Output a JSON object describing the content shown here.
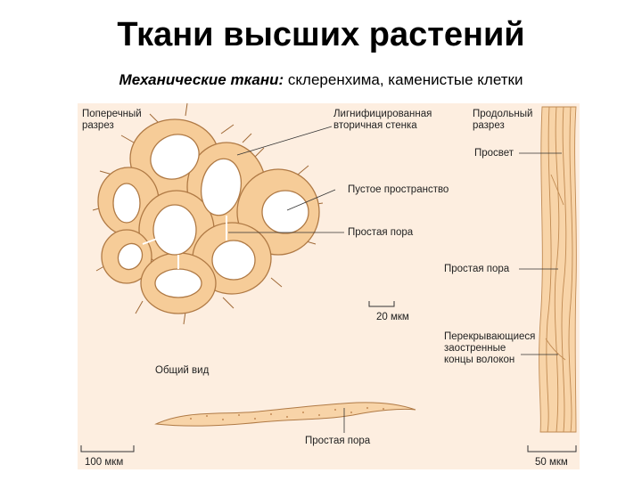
{
  "title": "Ткани высших растений",
  "subtitle": {
    "emphasis": "Механические ткани:",
    "rest": " склеренхима, каменистые клетки"
  },
  "labels": {
    "cross_section": "Поперечный\nразрез",
    "lignified_wall": "Лигнифицированная\nвторичная стенка",
    "longitudinal_section": "Продольный\nразрез",
    "lumen": "Просвет",
    "empty_space": "Пустое пространство",
    "simple_pore_center": "Простая пора",
    "simple_pore_right": "Простая пора",
    "scale_20": "20 мкм",
    "overlapping_ends": "Перекрывающиеся\nзаостренные\nконцы волокон",
    "general_view": "Общий вид",
    "simple_pore_bottom": "Простая пора",
    "scale_100": "100 мкм",
    "scale_50": "50 мкм"
  },
  "colors": {
    "panel": "#fdeee0",
    "wall_fill": "#f6cc98",
    "wall_stroke": "#b07a45",
    "lumen_fill": "#ffffff",
    "fiber_fill": "#f8d4a8",
    "line": "#333333"
  }
}
